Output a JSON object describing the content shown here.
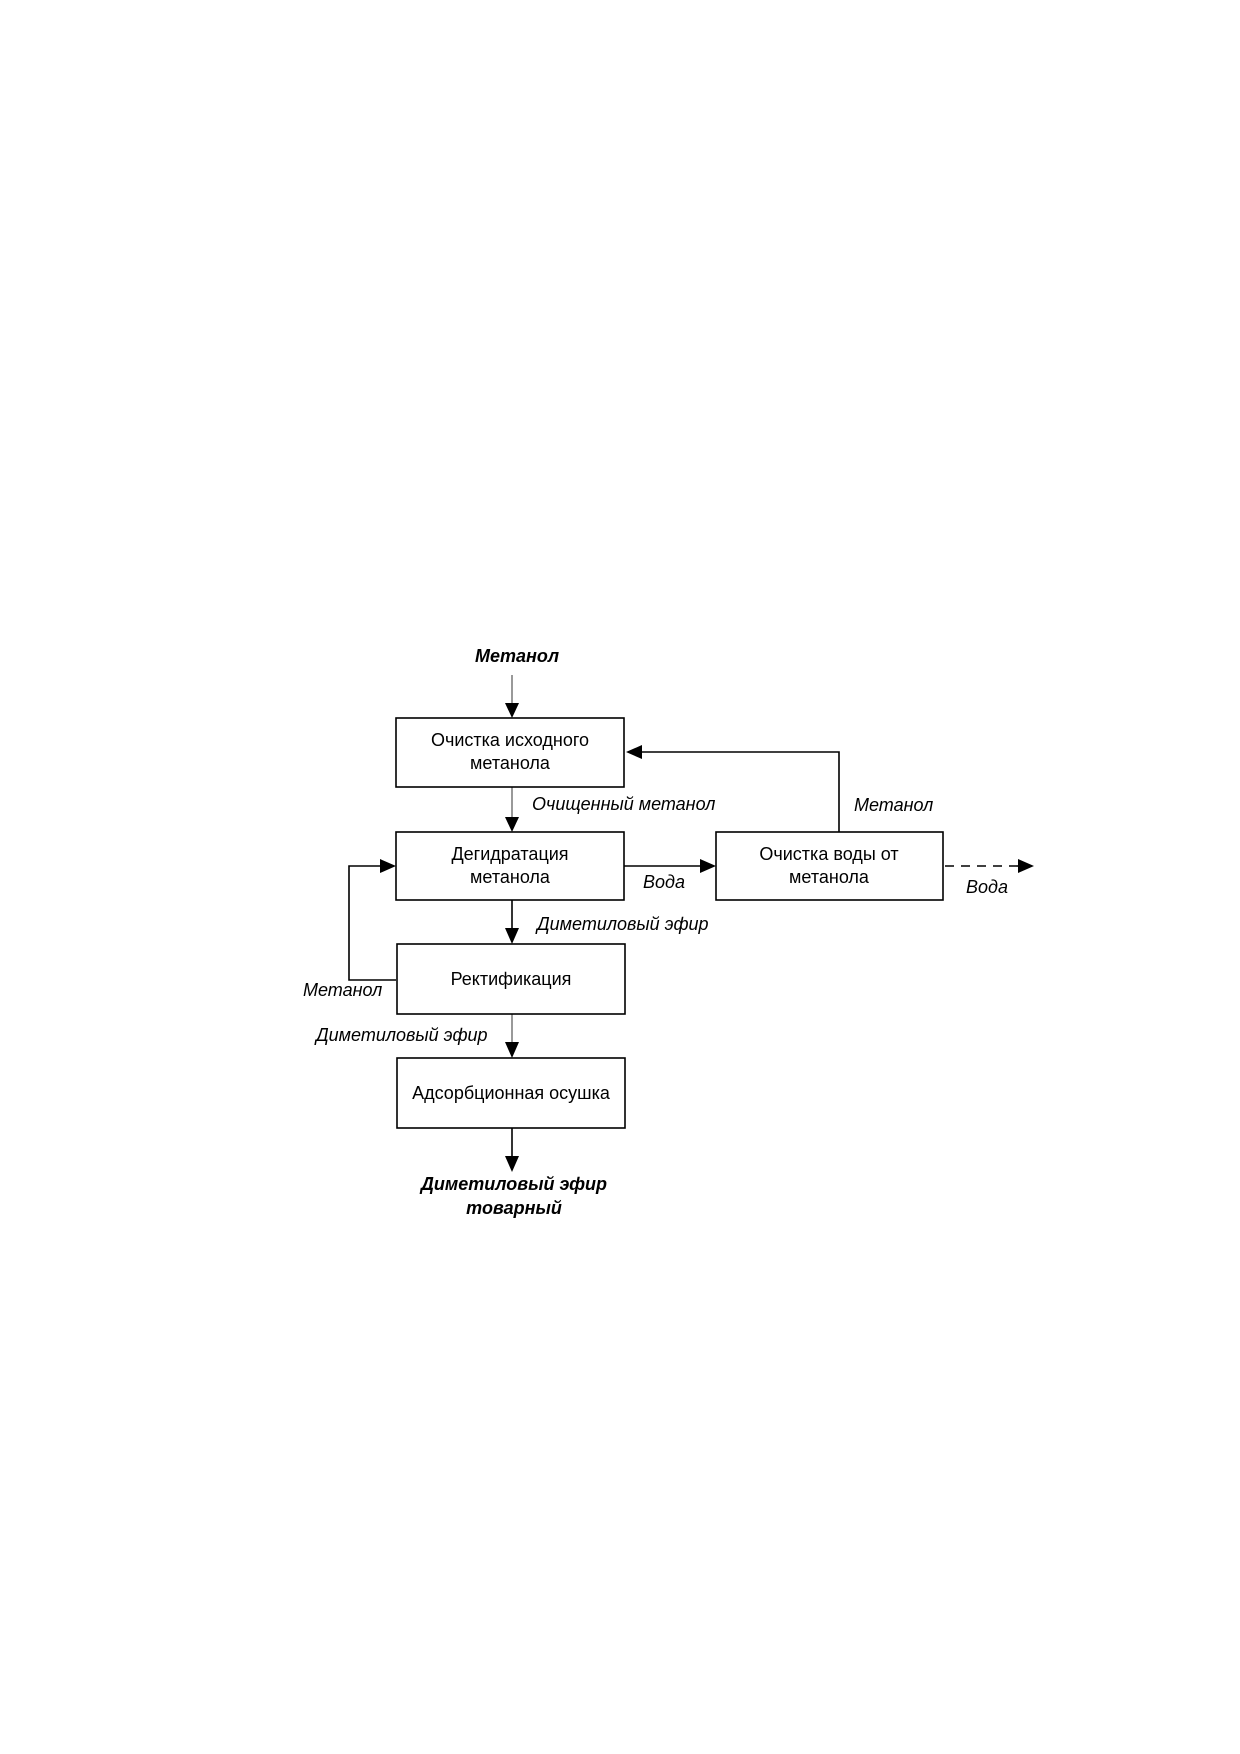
{
  "boxes": {
    "purification": [
      "Очистка исходного",
      "метанола"
    ],
    "dehydration": [
      "Дегидратация",
      "метанола"
    ],
    "water_cleaning": [
      "Очистка воды от",
      "метанола"
    ],
    "rectification": [
      "Ректификация"
    ],
    "drying": [
      "Адсорбционная осушка"
    ]
  },
  "labels": {
    "input_methanol": "Метанол",
    "purified_methanol": "Очищенный метанол",
    "water_to_cleaning": "Вода",
    "methanol_recycle_top": "Метанол",
    "water_out": "Вода",
    "dme_to_rectification": "Диметиловый эфир",
    "methanol_recycle_left": "Метанол",
    "dme_to_drying": "Диметиловый эфир",
    "product_line1": "Диметиловый эфир",
    "product_line2": "товарный"
  }
}
